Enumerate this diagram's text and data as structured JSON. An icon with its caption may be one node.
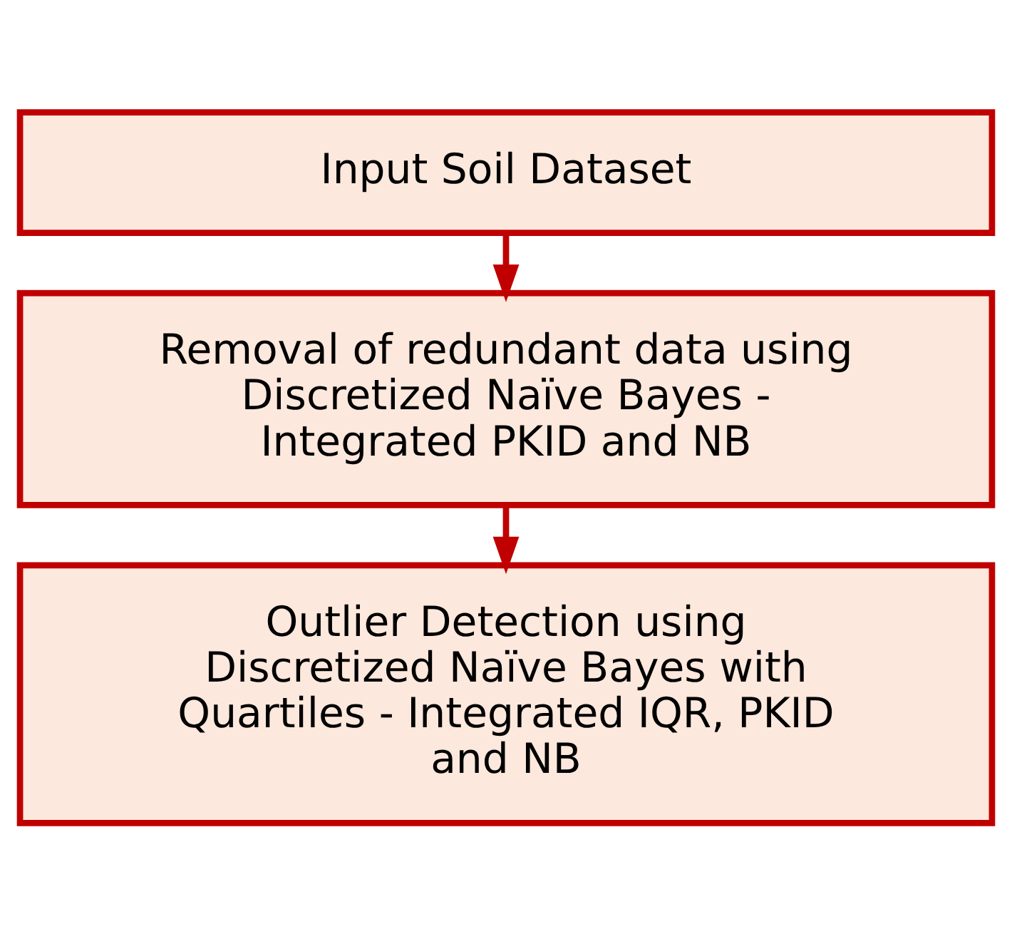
{
  "diagram": {
    "nodes": [
      {
        "text": [
          "Input Soil Dataset"
        ]
      },
      {
        "text": [
          "Removal of redundant data using Discretized Naïve Bayes - Integrated PKID and NB"
        ]
      },
      {
        "text": [
          "Outlier Detection using Discretized Naïve Bayes with Quartiles - Integrated IQR, PKID and NB"
        ]
      }
    ],
    "edges": [
      {
        "from": 0,
        "to": 1,
        "arrow": "to"
      },
      {
        "from": 1,
        "to": 2,
        "arrow": "to"
      }
    ]
  }
}
